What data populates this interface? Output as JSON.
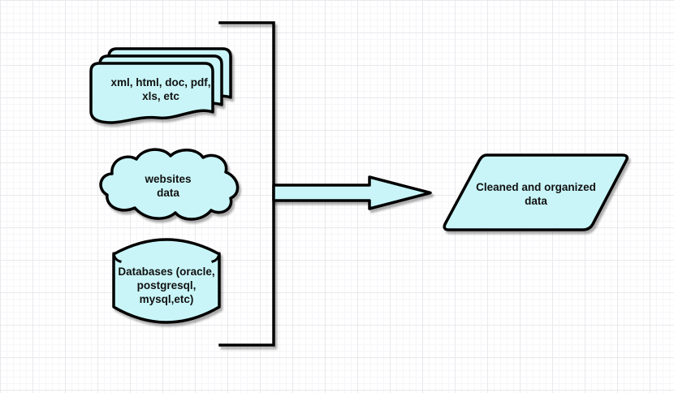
{
  "canvas": {
    "background": "#ffffff",
    "grid_minor_color": "#f6f5f8",
    "grid_major_color": "#e9e8ec",
    "shape_fill": "#c9f5f8",
    "stroke_color": "#000000"
  },
  "nodes": {
    "documents": {
      "shape": "document-stack",
      "label": "xml, html, doc, pdf,\nxls, etc"
    },
    "websites": {
      "shape": "cloud",
      "label": "websites\ndata"
    },
    "databases": {
      "shape": "cylinder",
      "label": "Databases (oracle,\npostgresql,\nmysql,etc)"
    },
    "output": {
      "shape": "parallelogram",
      "label": "Cleaned and organized\ndata"
    }
  }
}
